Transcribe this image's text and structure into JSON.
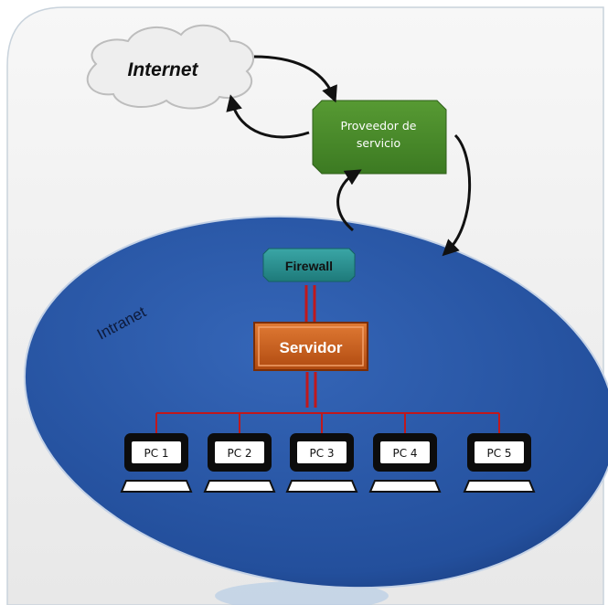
{
  "nodes": {
    "internet": "Internet",
    "proveedor": [
      "Proveedor de",
      "servicio"
    ],
    "firewall": "Firewall",
    "servidor": "Servidor",
    "intranet": "Intranet",
    "pcs": [
      "PC 1",
      "PC 2",
      "PC 3",
      "PC 4",
      "PC 5"
    ]
  },
  "colors": {
    "panel": "#efefef",
    "intranet": "#2757a8",
    "proveedor": "#4a8a2a",
    "firewall": "#2a8f8f",
    "servidor": "#c45a1a",
    "links": "#c0181c"
  }
}
